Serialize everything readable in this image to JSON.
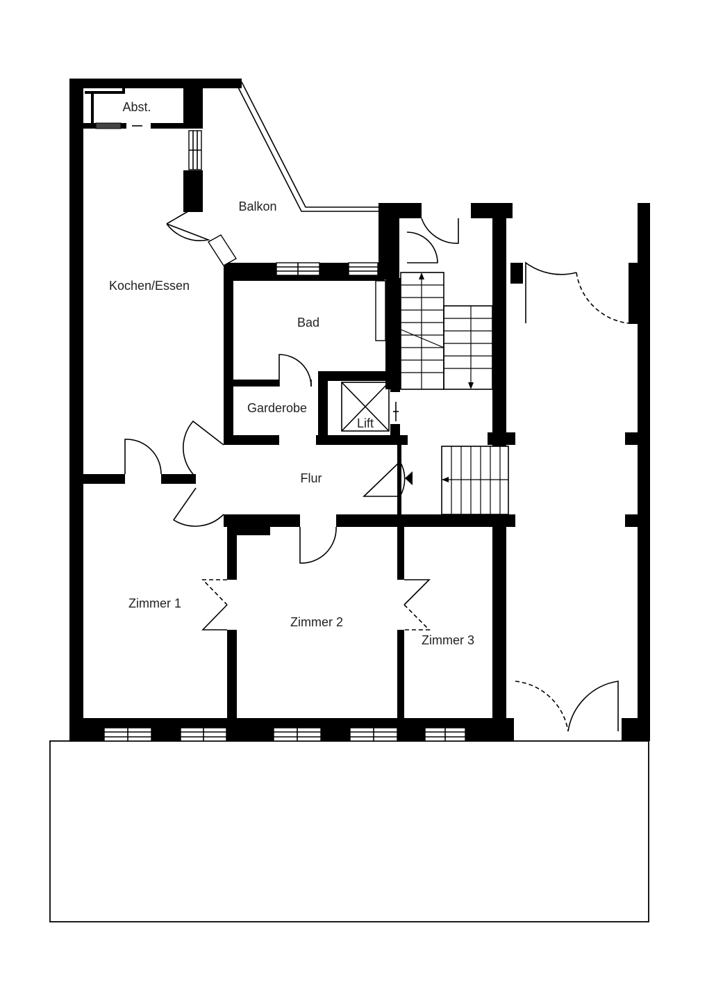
{
  "plan": {
    "rooms": {
      "abst": "Abst.",
      "balkon": "Balkon",
      "kochen": "Kochen/Essen",
      "bad": "Bad",
      "garderobe": "Garderobe",
      "lift": "Lift",
      "flur": "Flur",
      "zimmer1": "Zimmer 1",
      "zimmer2": "Zimmer 2",
      "zimmer3": "Zimmer 3"
    },
    "colors": {
      "wall": "#000000",
      "background": "#ffffff",
      "label": "#222222"
    }
  }
}
